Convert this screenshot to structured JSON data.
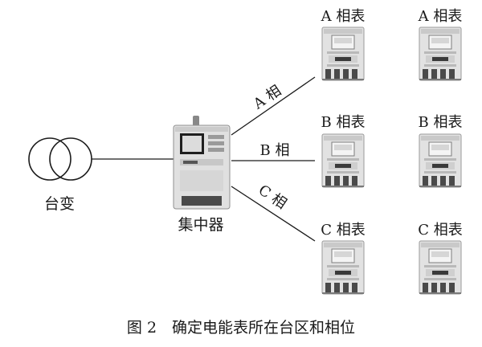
{
  "transformer": {
    "label": "台变"
  },
  "concentrator": {
    "label": "集中器"
  },
  "phases": [
    {
      "id": "A",
      "line_label": "A 相",
      "meter_label": "A 相表"
    },
    {
      "id": "B",
      "line_label": "B 相",
      "meter_label": "B 相表"
    },
    {
      "id": "C",
      "line_label": "C 相",
      "meter_label": "C 相表"
    }
  ],
  "caption": "图 2　确定电能表所在台区和相位"
}
